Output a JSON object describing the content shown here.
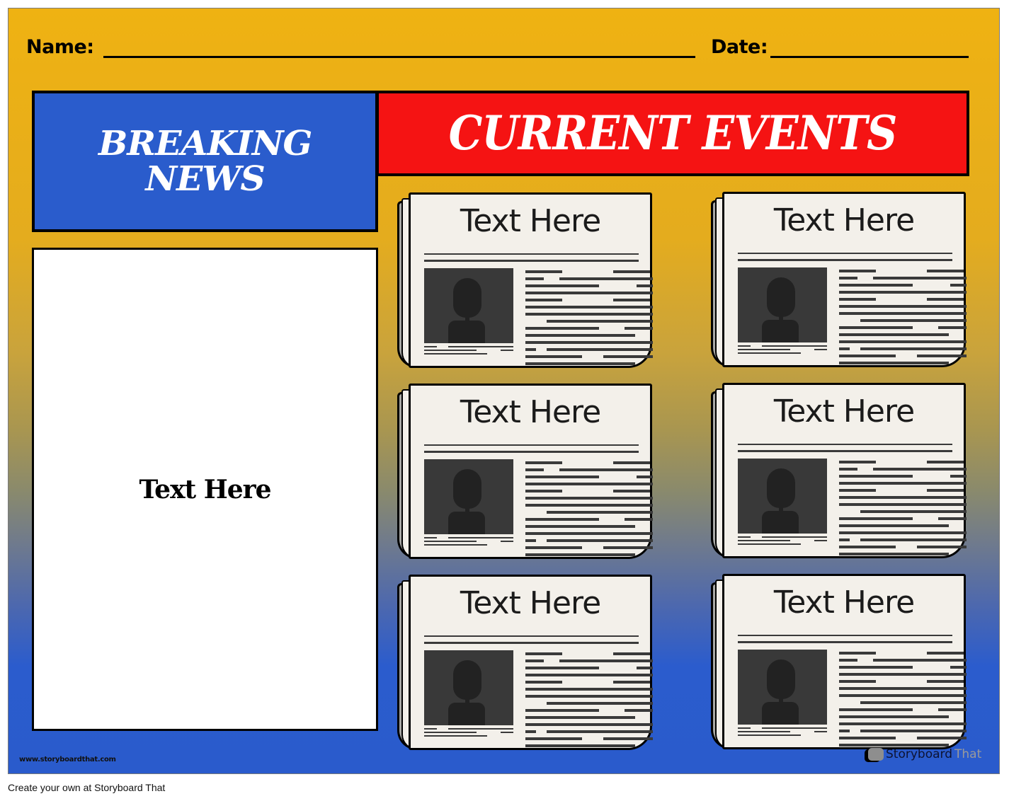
{
  "worksheet": {
    "name_label": "Name:",
    "date_label": "Date:",
    "breaking_news": {
      "line1": "BREAKING",
      "line2": "NEWS"
    },
    "current_events_title": "CURRENT EVENTS",
    "main_textbox": "Text Here",
    "newspapers": [
      {
        "title": "Text Here"
      },
      {
        "title": "Text Here"
      },
      {
        "title": "Text Here"
      },
      {
        "title": "Text Here"
      },
      {
        "title": "Text Here"
      },
      {
        "title": "Text Here"
      }
    ],
    "watermark_url": "www.storyboardthat.com",
    "brand": {
      "part1": "Storyboard",
      "part2": "That"
    }
  },
  "footer": {
    "text": "Create your own at Storyboard That"
  },
  "colors": {
    "gradient_top": "#efb212",
    "gradient_bottom": "#2a5bcc",
    "breaking_bg": "#2a5ccc",
    "current_events_bg": "#f51313",
    "paper_bg": "#f3f0ea"
  }
}
